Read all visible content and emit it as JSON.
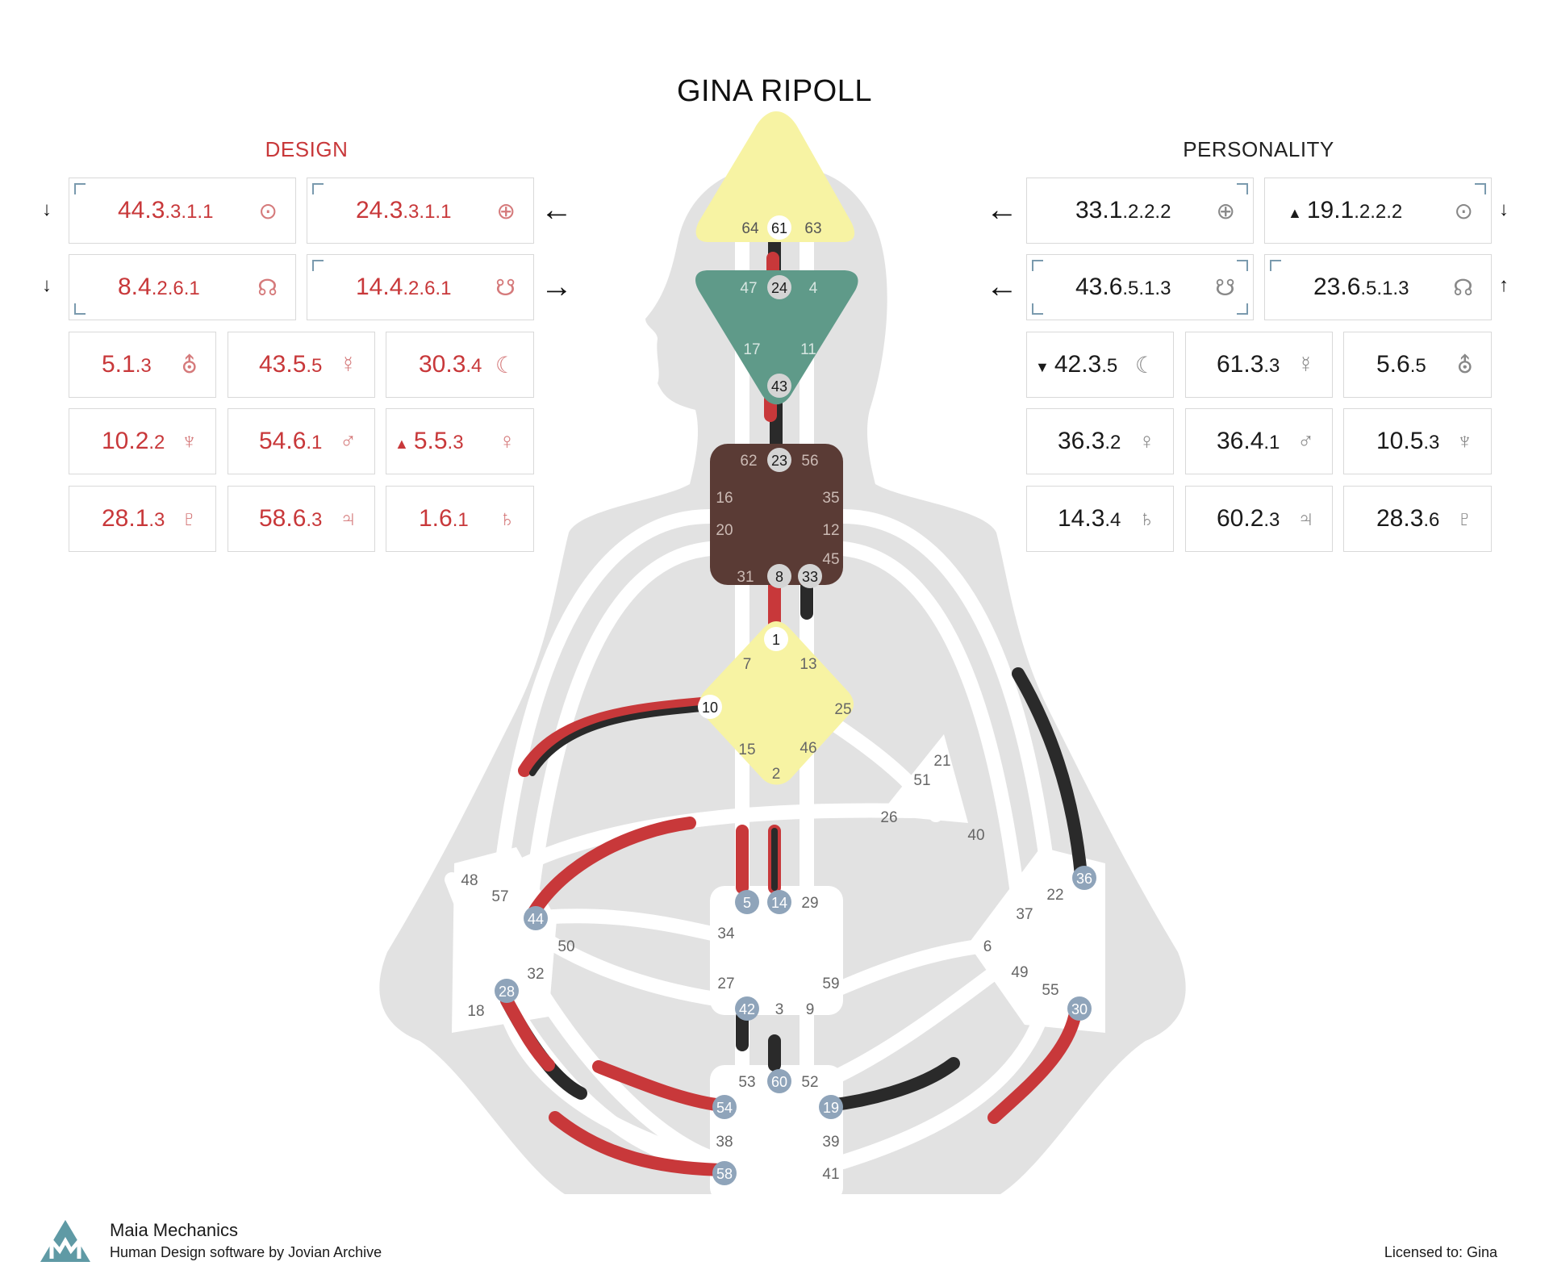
{
  "chart_title": "GINA RIPOLL",
  "design_header": "DESIGN",
  "personality_header": "PERSONALITY",
  "design": [
    {
      "value": "44.3",
      "sub": ".3.1.1",
      "symbol": "⊙"
    },
    {
      "value": "24.3",
      "sub": ".3.1.1",
      "symbol": "⊕"
    },
    {
      "value": "8.4",
      "sub": ".2.6.1",
      "symbol": "☊"
    },
    {
      "value": "14.4",
      "sub": ".2.6.1",
      "symbol": "☋"
    },
    {
      "value": "5.1",
      "sub": ".3",
      "symbol": "⛢"
    },
    {
      "value": "43.5",
      "sub": ".5",
      "symbol": "☿"
    },
    {
      "value": "30.3",
      "sub": ".4",
      "symbol": "☾"
    },
    {
      "value": "10.2",
      "sub": ".2",
      "symbol": "♆"
    },
    {
      "value": "54.6",
      "sub": ".1",
      "symbol": "♂"
    },
    {
      "value": "5.5",
      "sub": ".3",
      "symbol": "♀",
      "mark": "▲"
    },
    {
      "value": "28.1",
      "sub": ".3",
      "symbol": "♇"
    },
    {
      "value": "58.6",
      "sub": ".3",
      "symbol": "♃"
    },
    {
      "value": "1.6",
      "sub": ".1",
      "symbol": "♄"
    }
  ],
  "personality": [
    {
      "value": "33.1",
      "sub": ".2.2.2",
      "symbol": "⊕"
    },
    {
      "value": "19.1",
      "sub": ".2.2.2",
      "symbol": "⊙",
      "mark": "▲"
    },
    {
      "value": "43.6",
      "sub": ".5.1.3",
      "symbol": "☋"
    },
    {
      "value": "23.6",
      "sub": ".5.1.3",
      "symbol": "☊"
    },
    {
      "value": "42.3",
      "sub": ".5",
      "symbol": "☾",
      "mark": "▼"
    },
    {
      "value": "61.3",
      "sub": ".3",
      "symbol": "☿"
    },
    {
      "value": "5.6",
      "sub": ".5",
      "symbol": "⛢"
    },
    {
      "value": "36.3",
      "sub": ".2",
      "symbol": "♀"
    },
    {
      "value": "36.4",
      "sub": ".1",
      "symbol": "♂"
    },
    {
      "value": "10.5",
      "sub": ".3",
      "symbol": "♆"
    },
    {
      "value": "14.3",
      "sub": ".4",
      "symbol": "♄"
    },
    {
      "value": "60.2",
      "sub": ".3",
      "symbol": "♃"
    },
    {
      "value": "28.3",
      "sub": ".6",
      "symbol": "♇"
    }
  ],
  "arrows": {
    "design_left_1": "↓",
    "design_left_2": "↓",
    "design_right_1": "←",
    "design_right_2": "→",
    "pers_left_1": "←",
    "pers_left_2": "←",
    "pers_right_1": "↓",
    "pers_right_2": "↑"
  },
  "gates": {
    "g64": "64",
    "g61": "61",
    "g63": "63",
    "g47": "47",
    "g24": "24",
    "g4": "4",
    "g17": "17",
    "g11": "11",
    "g43": "43",
    "g62": "62",
    "g23": "23",
    "g56": "56",
    "g16": "16",
    "g35": "35",
    "g20": "20",
    "g12": "12",
    "g45": "45",
    "g31": "31",
    "g8": "8",
    "g33": "33",
    "g1": "1",
    "g7": "7",
    "g13": "13",
    "g10": "10",
    "g25": "25",
    "g15": "15",
    "g46": "46",
    "g2": "2",
    "g21": "21",
    "g51": "51",
    "g26": "26",
    "g40": "40",
    "g48": "48",
    "g57": "57",
    "g44": "44",
    "g50": "50",
    "g32": "32",
    "g28": "28",
    "g18": "18",
    "g5": "5",
    "g14": "14",
    "g29": "29",
    "g34": "34",
    "g27": "27",
    "g59": "59",
    "g42": "42",
    "g3": "3",
    "g9": "9",
    "g36": "36",
    "g22": "22",
    "g37": "37",
    "g6": "6",
    "g49": "49",
    "g55": "55",
    "g30": "30",
    "g53": "53",
    "g60": "60",
    "g52": "52",
    "g54": "54",
    "g19": "19",
    "g38": "38",
    "g39": "39",
    "g58": "58",
    "g41": "41"
  },
  "colors": {
    "design": "#c8383a",
    "personality": "#2a2a2a",
    "head": "#f7f3a3",
    "ajna": "#5f9a89",
    "throat": "#5a3b35",
    "g_center": "#f7f3a3",
    "silhouette": "#e2e2e2",
    "gate_badge": "#8fa4ba"
  },
  "footer": {
    "brand": "Maia Mechanics",
    "subtitle": "Human Design software by Jovian Archive",
    "license": "Licensed to: Gina"
  }
}
